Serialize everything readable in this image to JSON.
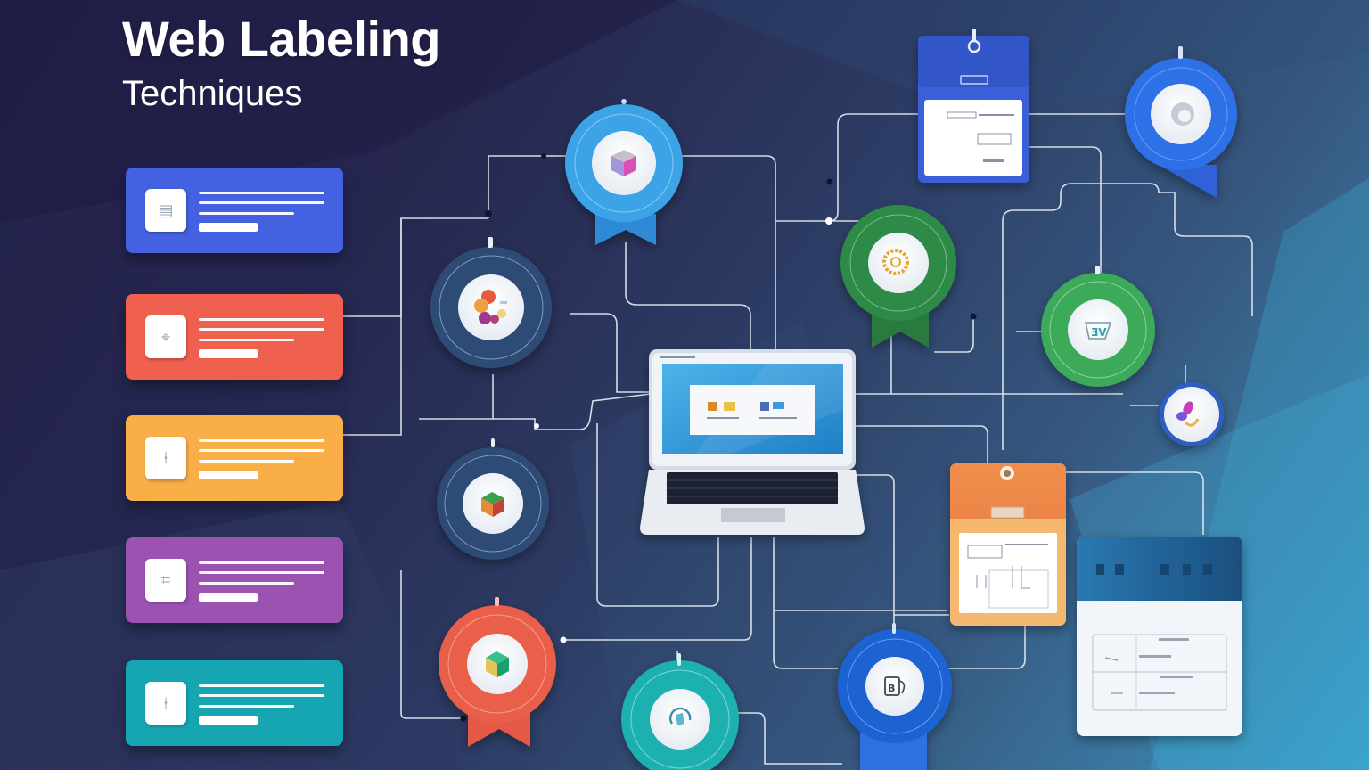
{
  "header": {
    "title": "Web Labeling",
    "subtitle": "Techniques"
  },
  "colors": {
    "background_dark": "#221f47",
    "background_light": "#3aa0c8",
    "card_blue": "#4361e0",
    "card_red": "#f0604f",
    "card_orange": "#f9ae48",
    "card_purple": "#9b52b0",
    "card_teal": "#15a6b2",
    "badge_light_blue": "#3aa3e6",
    "badge_navy": "#2e4b74",
    "badge_green_dark": "#2f8a46",
    "badge_green": "#3caa5a",
    "badge_blue": "#2f6fe0",
    "badge_coral": "#ea5f4a",
    "badge_teal": "#1bb0ae"
  },
  "cards": [
    {
      "name": "label-card-blue",
      "color": "#4361e0",
      "icon": "document-icon",
      "glyph": "▤"
    },
    {
      "name": "label-card-red",
      "color": "#f0604f",
      "icon": "tag-icon",
      "glyph": "⌖"
    },
    {
      "name": "label-card-orange",
      "color": "#f9ae48",
      "icon": "pin-icon",
      "glyph": "⍿"
    },
    {
      "name": "label-card-purple",
      "color": "#9b52b0",
      "icon": "tag-link-icon",
      "glyph": "⌗"
    },
    {
      "name": "label-card-teal",
      "color": "#15a6b2",
      "icon": "pin-icon",
      "glyph": "⍿"
    }
  ],
  "badges": [
    {
      "name": "badge-cube",
      "icon": "cube-icon"
    },
    {
      "name": "badge-palette",
      "icon": "palette-icon"
    },
    {
      "name": "badge-box",
      "icon": "box-icon"
    },
    {
      "name": "badge-gear",
      "icon": "gear-icon"
    },
    {
      "name": "badge-settings",
      "icon": "settings-icon"
    },
    {
      "name": "badge-tag",
      "icon": "tag-icon"
    },
    {
      "name": "badge-brush",
      "icon": "brush-icon"
    },
    {
      "name": "badge-package",
      "icon": "package-icon"
    },
    {
      "name": "badge-refresh",
      "icon": "refresh-icon"
    },
    {
      "name": "badge-mug",
      "icon": "mug-icon"
    }
  ],
  "panels": [
    {
      "name": "id-badge-blue",
      "color": "#3b5fd9"
    },
    {
      "name": "id-badge-orange",
      "color": "#ef8a4a"
    },
    {
      "name": "browser-window-panel",
      "color": "#1f5f8f"
    }
  ],
  "laptop": {
    "screen_color": "#2b8fd6"
  }
}
